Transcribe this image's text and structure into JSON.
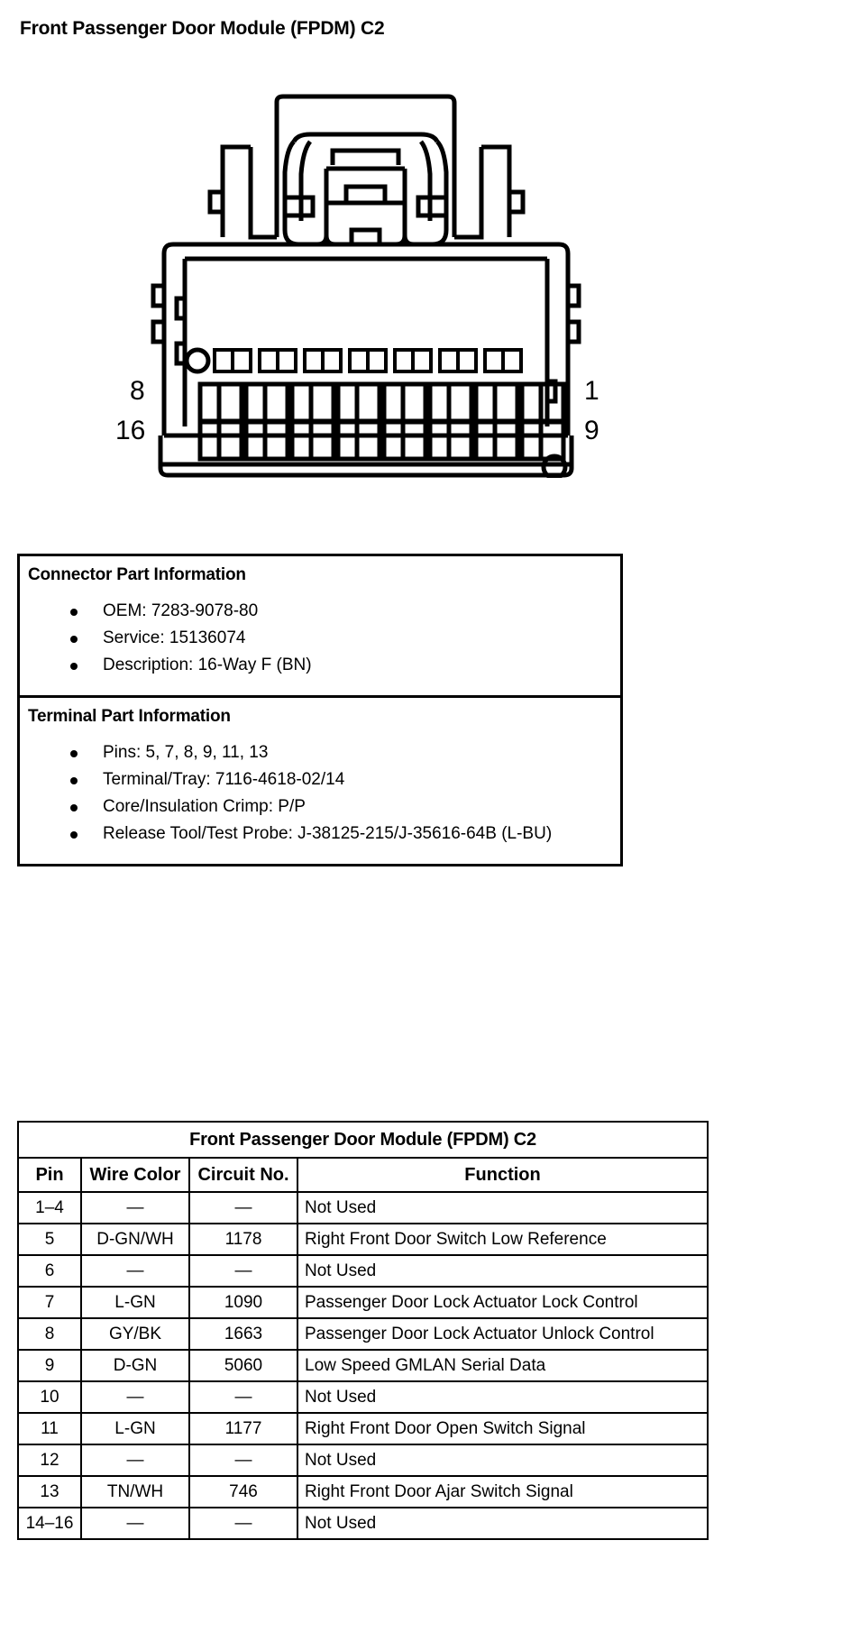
{
  "page": {
    "title": "Front Passenger Door Module (FPDM) C2"
  },
  "diagram": {
    "name": "connector-face-view",
    "pin_labels": {
      "top_left": "8",
      "bottom_left": "16",
      "top_right": "1",
      "bottom_right": "9"
    }
  },
  "connector_part_information": {
    "heading": "Connector Part Information",
    "items": [
      "OEM: 7283-9078-80",
      "Service: 15136074",
      "Description: 16-Way F (BN)"
    ]
  },
  "terminal_part_information": {
    "heading": "Terminal Part Information",
    "items": [
      "Pins: 5, 7, 8, 9, 11, 13",
      "Terminal/Tray: 7116-4618-02/14",
      "Core/Insulation Crimp: P/P",
      "Release Tool/Test Probe: J-38125-215/J-35616-64B (L-BU)"
    ]
  },
  "pinout_table": {
    "title": "Front Passenger Door Module (FPDM) C2",
    "columns": [
      "Pin",
      "Wire Color",
      "Circuit No.",
      "Function"
    ],
    "rows": [
      {
        "pin": "1–4",
        "wire_color": "—",
        "circuit_no": "—",
        "function": "Not Used"
      },
      {
        "pin": "5",
        "wire_color": "D-GN/WH",
        "circuit_no": "1178",
        "function": "Right Front Door Switch Low Reference"
      },
      {
        "pin": "6",
        "wire_color": "—",
        "circuit_no": "—",
        "function": "Not Used"
      },
      {
        "pin": "7",
        "wire_color": "L-GN",
        "circuit_no": "1090",
        "function": "Passenger Door Lock Actuator Lock Control"
      },
      {
        "pin": "8",
        "wire_color": "GY/BK",
        "circuit_no": "1663",
        "function": "Passenger Door Lock Actuator Unlock Control"
      },
      {
        "pin": "9",
        "wire_color": "D-GN",
        "circuit_no": "5060",
        "function": "Low Speed GMLAN Serial Data"
      },
      {
        "pin": "10",
        "wire_color": "—",
        "circuit_no": "—",
        "function": "Not Used"
      },
      {
        "pin": "11",
        "wire_color": "L-GN",
        "circuit_no": "1177",
        "function": "Right Front Door Open Switch Signal"
      },
      {
        "pin": "12",
        "wire_color": "—",
        "circuit_no": "—",
        "function": "Not Used"
      },
      {
        "pin": "13",
        "wire_color": "TN/WH",
        "circuit_no": "746",
        "function": "Right Front Door Ajar Switch Signal"
      },
      {
        "pin": "14–16",
        "wire_color": "—",
        "circuit_no": "—",
        "function": "Not Used"
      }
    ]
  },
  "colors": {
    "ink": "#000000",
    "paper": "#ffffff"
  }
}
